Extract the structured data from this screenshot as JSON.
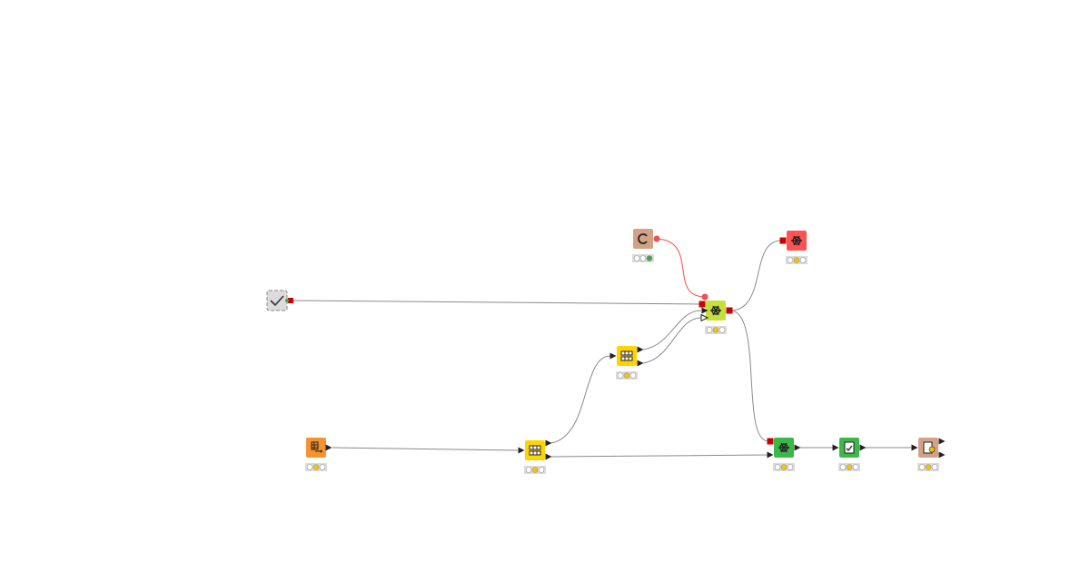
{
  "canvas": {
    "background": "#ffffff"
  },
  "colors": {
    "status_off": "#ffffff",
    "status_configured": "#f5c400",
    "status_executed": "#3aa845",
    "model_port": "#cc0000",
    "flow_var_port": "#f05050"
  },
  "nodes": [
    {
      "id": "component",
      "icon": "checkmark-icon",
      "color": "#dcdcdc",
      "dashed": true,
      "status": "none"
    },
    {
      "id": "table-reader",
      "icon": "table-arrow-icon",
      "color": "#f7932e",
      "status": "configured"
    },
    {
      "id": "partitioning-1",
      "icon": "partition-icon",
      "color": "#ffd400",
      "status": "configured"
    },
    {
      "id": "partitioning-2",
      "icon": "partition-icon",
      "color": "#ffd400",
      "status": "configured"
    },
    {
      "id": "learner",
      "icon": "network-icon",
      "color": "#c6e03a",
      "status": "configured"
    },
    {
      "id": "variable-source",
      "icon": "loop-icon",
      "color": "#d3a286",
      "status": "executed"
    },
    {
      "id": "model-writer",
      "icon": "network-icon",
      "color": "#ff5252",
      "status": "configured"
    },
    {
      "id": "predictor",
      "icon": "network-icon",
      "color": "#3cb84a",
      "status": "configured"
    },
    {
      "id": "scorer",
      "icon": "document-check-icon",
      "color": "#3cb84a",
      "status": "configured"
    },
    {
      "id": "report",
      "icon": "document-star-icon",
      "color": "#d3a286",
      "status": "configured"
    }
  ]
}
